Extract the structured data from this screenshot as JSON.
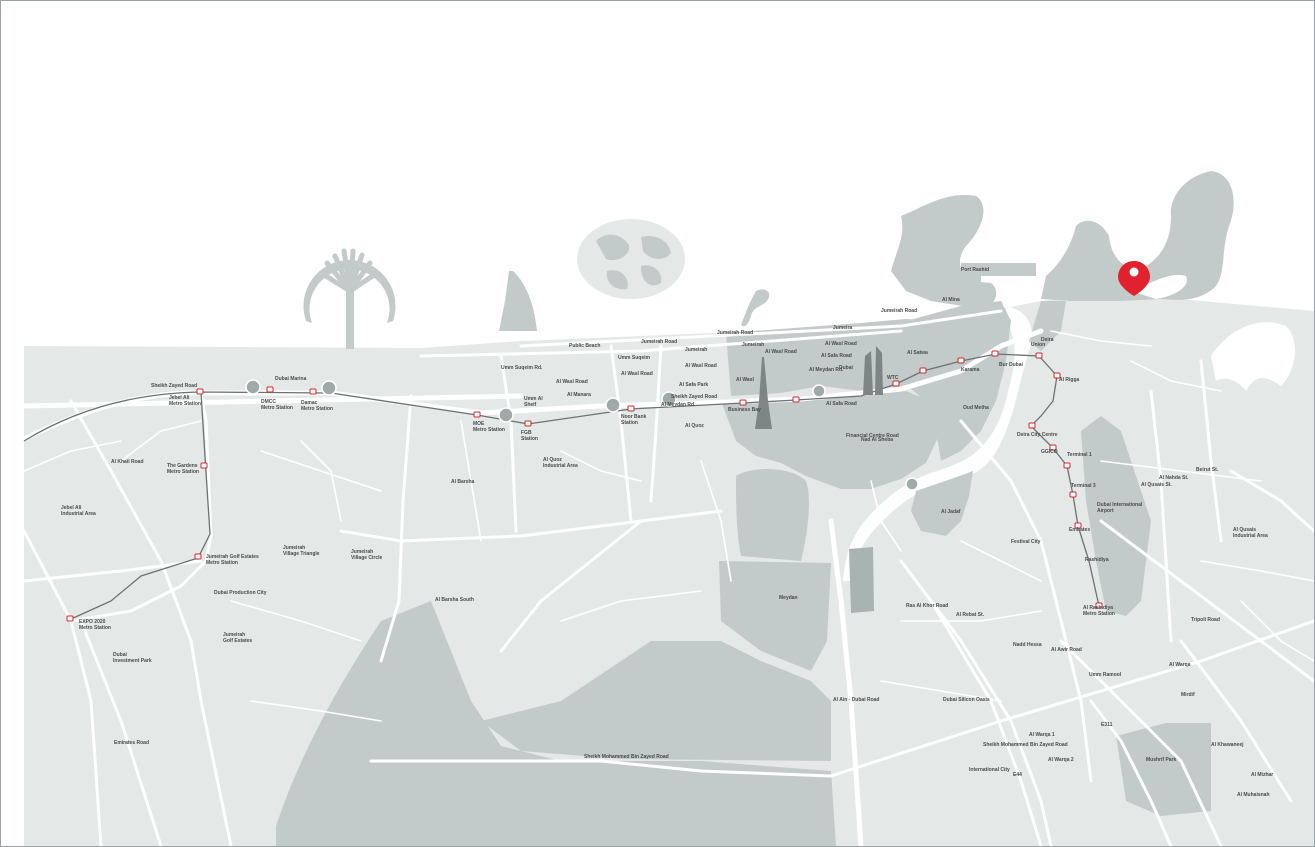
{
  "map": {
    "colors": {
      "land": "#e4e9e8",
      "district": "#c3cbca",
      "district_dark": "#a9b3b2",
      "park": "#bcc5c4",
      "water": "#ffffff",
      "road": "#ffffff",
      "metro_line": "#6b7272",
      "station": "#d9232e",
      "pin": "#e0222e"
    },
    "icons": [
      "location-pin-icon",
      "palm-jumeirah-icon",
      "the-world-islands-icon",
      "burj-al-arab-icon",
      "burj-khalifa-icon"
    ],
    "labels": {
      "sheikh_zayed_road_west": "Sheikh Zayed Road",
      "sheikh_zayed_road_city": "Sheikh Zayed Road",
      "jumeirah_road": "Jumeirah Road",
      "al_wasl_road": "Al Wasl Road",
      "al_safa_road": "Al Safa Road",
      "umm_suqeim_rd": "Umm Suqeim Rd.",
      "al_khail_road": "Al Khail Road",
      "public_beach": "Public Beach",
      "jebel_ali_metro": "Jebel Ali\nMetro Station",
      "dmcc_metro": "DMCC\nMetro Station",
      "damac_metro": "Damac\nMetro Station",
      "dubai_marina": "Dubai Marina",
      "the_gardens_metro": "The Gardens\nMetro Station",
      "jebel_ali_industrial": "Jebel Ali\nIndustrial Area",
      "jumeirah_golf_estates": "Jumeirah Golf Estates\nMetro Station",
      "jumeirah_village_triangle": "Jumeirah\nVillage Triangle",
      "jumeirah_village_circle": "Jumeirah\nVillage Circle",
      "dubai_production_city": "Dubai Production City",
      "jumeirah_golf_estates_area": "Jumeirah\nGolf Estates",
      "expo_2020_metro": "EXPO 2020\nMetro Station",
      "dubai_investment_park": "Dubai\nInvestment Park",
      "mod_metro": "MOE\nMetro Station",
      "fgb_station": "FGB\nStation",
      "al_barsha": "Al Barsha",
      "al_barsha_south": "Al Barsha South",
      "al_quoz_industrial": "Al Quoz\nIndustrial Area",
      "al_quoz": "Al Quoz",
      "noor_bank_station": "Noor Bank\nStation",
      "umm_al_sheif": "Umm Al\nSheif",
      "al_manara": "Al Manara",
      "umm_suqeim": "Umm Suqeim",
      "jumeirah_1": "Jumeirah",
      "jumeirah_2": "Jumeirah",
      "jumeira_3": "Jumeira",
      "al_safa_park": "Al Safa Park",
      "al_wasl": "Al Wasl",
      "business_bay": "Business Bay",
      "al_meydan_rd": "Al Meydan Rd.",
      "financial_centre_road": "Financial Centre Road",
      "dubai_design": "Dubai",
      "emirates_towers": "WTC",
      "karama": "Karama",
      "satwa": "Al Satwa",
      "mankhool": "Al Mina",
      "bur_dubai": "Bur Dubai",
      "oud_metha": "Oud Metha",
      "al_jadaf": "Al Jadaf",
      "meydan": "Meydan",
      "nad_al_sheba": "Nad Al Sheba",
      "ras_al_khor_road": "Ras Al Khor Road",
      "al_rebat_street": "Al Rebat St.",
      "festival_city": "Festival City",
      "deira": "Deira",
      "union": "Union",
      "al_rigga": "Al Rigga",
      "deira_city_centre": "Deira City Centre",
      "garhoud": "GGICO",
      "airport_terminal_1": "Terminal 1",
      "airport_terminal_3": "Terminal 3",
      "emirates": "Emirates",
      "rashidiya": "Rashidiya",
      "al_rashidiya_metro": "Al Rashidiya\nMetro Station",
      "dubai_international_airport": "Dubai International\nAirport",
      "al_qusais_st": "Al Qusais St.",
      "al_nahda_st": "Al Nahda St.",
      "beirut_st": "Beirut St.",
      "al_qusais_industrial": "Al Qusais\nIndustrial Area",
      "tripoli_road": "Tripoli Road",
      "al_warqa": "Al Warqa",
      "mizhar": "Mirdif",
      "al_awir_road": "Al Awir Road",
      "sheikh_mohammed_bin_zayed_road": "Sheikh Mohammed Bin Zayed Road",
      "emirates_road": "Emirates Road",
      "al_ain_dubai_road": "Al Ain - Dubai Road",
      "dubai_al_ain_road": "Al Ain - Dubai Road",
      "international_city": "International City",
      "dubai_silicon_oasis": "Dubai Silicon Oasis",
      "mushrif_park": "Mushrif Park",
      "al_warqa_1": "Al Warqa 1",
      "al_warqa_2": "Al Warqa 2",
      "sheikh_zayed_bin_hamdan": "Sheikh Mohammed Bin Zayed Road",
      "e44": "E44",
      "e311": "E311",
      "nadd_hessa": "Nadd Hessa",
      "umm_ramool": "Umm Ramool",
      "al_khawaneej": "Al Khawaneej",
      "al_mizhar": "Al Mizhar",
      "al_muhaisnah": "Al Muhaisnah",
      "jumeirah_road_north": "Jumeirah Road",
      "al_mina": "Al Mina",
      "port_rashid": "Port Rashid"
    }
  }
}
